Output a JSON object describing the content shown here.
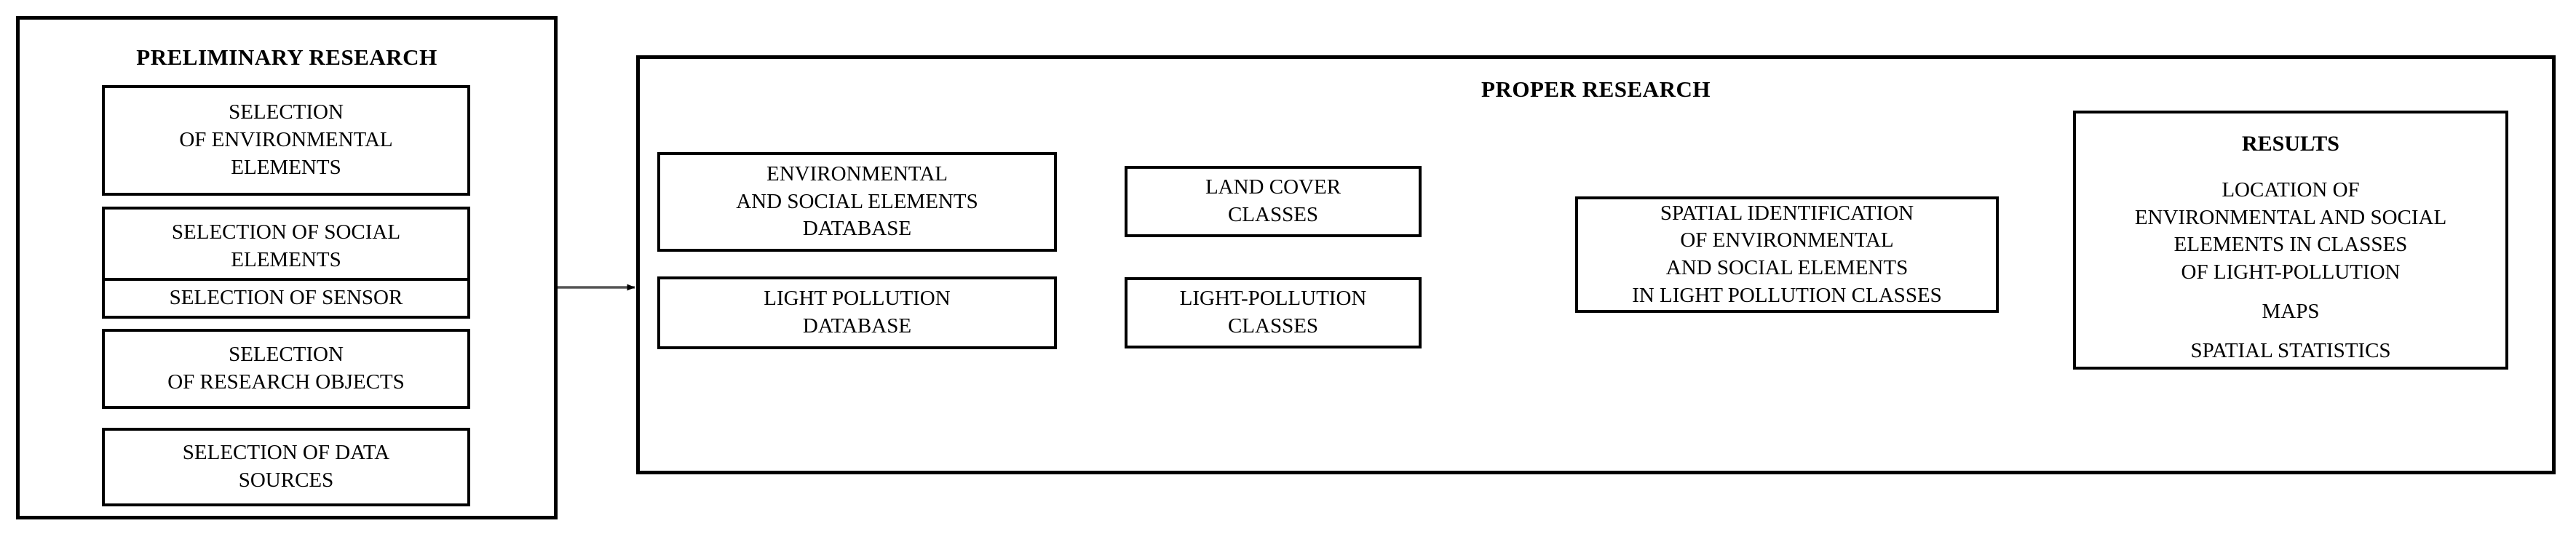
{
  "diagram": {
    "title_hidden": "",
    "panels": [
      {
        "id": "preliminary",
        "title": "PRELIMINARY RESEARCH",
        "boxes": [
          {
            "id": "selection-environmental-elements",
            "lines": [
              "SELECTION",
              "OF ENVIRONMENTAL",
              "ELEMENTS"
            ]
          },
          {
            "id": "selection-social-elements",
            "lines": [
              "SELECTION OF SOCIAL",
              "ELEMENTS"
            ]
          },
          {
            "id": "selection-sensor",
            "lines": [
              "SELECTION OF SENSOR"
            ]
          },
          {
            "id": "selection-research-objects",
            "lines": [
              "SELECTION",
              "OF RESEARCH OBJECTS"
            ]
          },
          {
            "id": "selection-data-sources",
            "lines": [
              "SELECTION OF DATA",
              "SOURCES"
            ]
          }
        ]
      },
      {
        "id": "proper",
        "title": "PROPER RESEARCH",
        "boxes": [
          {
            "id": "env-social-database",
            "lines": [
              "ENVIRONMENTAL",
              "AND SOCIAL ELEMENTS",
              "DATABASE"
            ]
          },
          {
            "id": "light-pollution-database",
            "lines": [
              "LIGHT POLLUTION",
              "DATABASE"
            ]
          },
          {
            "id": "land-cover-classes",
            "lines": [
              "LAND COVER",
              "CLASSES"
            ]
          },
          {
            "id": "light-pollution-classes",
            "lines": [
              "LIGHT-POLLUTION",
              "CLASSES"
            ]
          },
          {
            "id": "spatial-identification",
            "lines": [
              "SPATIAL IDENTIFICATION",
              "OF ENVIRONMENTAL",
              "AND SOCIAL ELEMENTS",
              "IN LIGHT POLLUTION CLASSES"
            ]
          }
        ],
        "results": {
          "id": "results",
          "title": "RESULTS",
          "lines": [
            "LOCATION OF",
            "ENVIRONMENTAL AND SOCIAL",
            "ELEMENTS IN CLASSES",
            "OF LIGHT-POLLUTION"
          ],
          "maps": "MAPS",
          "statistics": "SPATIAL STATISTICS"
        }
      }
    ],
    "colors": {
      "stroke": "#000000",
      "wire": "#555555",
      "background": "#ffffff"
    }
  }
}
